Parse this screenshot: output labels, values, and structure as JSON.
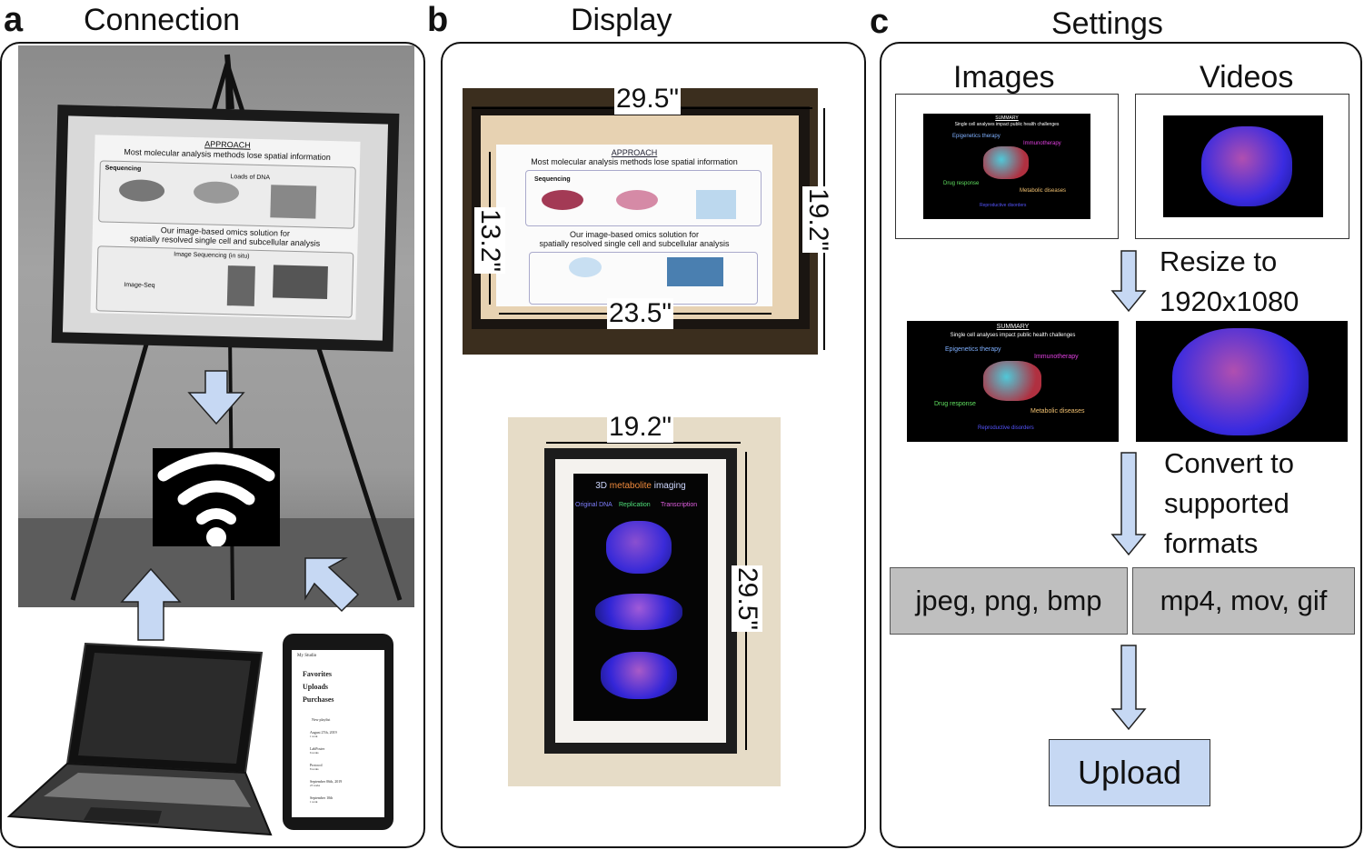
{
  "panels": {
    "a": {
      "label": "a",
      "title": "Connection"
    },
    "b": {
      "label": "b",
      "title": "Display"
    },
    "c": {
      "label": "c",
      "title": "Settings"
    }
  },
  "slide": {
    "heading": "APPROACH",
    "subtitle": "Most molecular analysis methods lose spatial information",
    "sequencing": "Sequencing",
    "loads": "Loads of DNA",
    "solution1": "Our image-based omics solution for",
    "solution2": "spatially resolved single cell and subcellular analysis",
    "imgseq": "Image Sequencing (in situ)",
    "imgseq_short": "Image-Seq"
  },
  "phone": {
    "title": "My Studio",
    "menu": [
      "Favorites",
      "Uploads",
      "Purchases"
    ],
    "new_playlist": "New playlist",
    "playlists": [
      {
        "name": "August 27th, 2019",
        "count": "1 work"
      },
      {
        "name": "LabPoster",
        "count": "6 works"
      },
      {
        "name": "Protocol",
        "count": "8 works"
      },
      {
        "name": "September 06th, 2019",
        "count": "23 works"
      },
      {
        "name": "September 10th",
        "count": "1 work"
      }
    ]
  },
  "display": {
    "landscape": {
      "width": "29.5\"",
      "height": "19.2\"",
      "inner_width": "23.5\"",
      "inner_height": "13.2\""
    },
    "portrait": {
      "width": "19.2\"",
      "height": "29.5\""
    },
    "portrait_title_a": "3D ",
    "portrait_title_b": "metabolite",
    "portrait_title_c": " imaging",
    "portrait_legend": [
      "Original DNA",
      "Replication",
      "Transcription"
    ]
  },
  "settings": {
    "images_label": "Images",
    "videos_label": "Videos",
    "resize_line1": "Resize to",
    "resize_line2": "1920x1080",
    "convert_line1": "Convert to",
    "convert_line2": "supported",
    "convert_line3": "formats",
    "image_formats": "jpeg, png, bmp",
    "video_formats": "mp4, mov, gif",
    "upload": "Upload"
  },
  "summary_slide": {
    "title": "SUMMARY",
    "subtitle": "Single cell analyses impact public health challenges",
    "labels": [
      "Epigenetics therapy",
      "Immunotherapy",
      "Drug response",
      "Metabolic diseases",
      "Reproductive disorders"
    ]
  },
  "colors": {
    "arrow_fill": "#c6d8f3",
    "format_box": "#bfbfbf",
    "upload_box": "#c6d8f3"
  }
}
